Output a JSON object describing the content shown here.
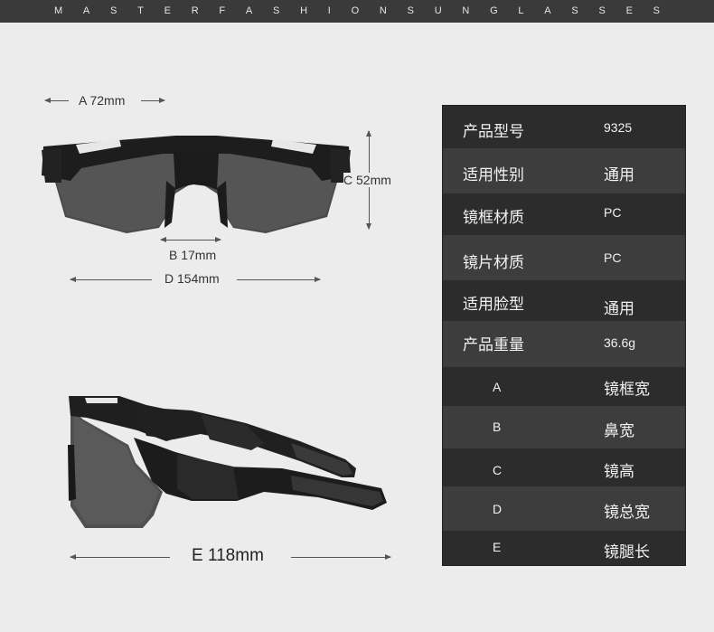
{
  "header": {
    "brand_letters": [
      "M",
      "A",
      "S",
      "T",
      "E",
      "R",
      "F",
      "A",
      "S",
      "H",
      "I",
      "O",
      "N",
      "S",
      "U",
      "N",
      "G",
      "L",
      "A",
      "S",
      "S",
      "E",
      "S"
    ]
  },
  "dimensions": {
    "a": "A 72mm",
    "b": "B 17mm",
    "c": "C 52mm",
    "d": "D 154mm",
    "e": "E 118mm"
  },
  "specs": [
    {
      "label": "产品型号",
      "value": "9325"
    },
    {
      "label": "适用性别",
      "value": "通用"
    },
    {
      "label": "镜框材质",
      "value": "PC"
    },
    {
      "label": "镜片材质",
      "value": "PC"
    },
    {
      "label": "适用脸型",
      "value": "通用"
    },
    {
      "label": "产品重量",
      "value": "36.6g"
    }
  ],
  "legend": [
    {
      "letter": "A",
      "meaning": "镜框宽"
    },
    {
      "letter": "B",
      "meaning": "鼻宽"
    },
    {
      "letter": "C",
      "meaning": "镜高"
    },
    {
      "letter": "D",
      "meaning": "镜总宽"
    },
    {
      "letter": "E",
      "meaning": "镜腿长"
    }
  ],
  "colors": {
    "header_bg": "#3a3a3a",
    "page_bg": "#ececec",
    "table_dark": "#2c2c2c",
    "table_alt": "#3d3d3d"
  }
}
